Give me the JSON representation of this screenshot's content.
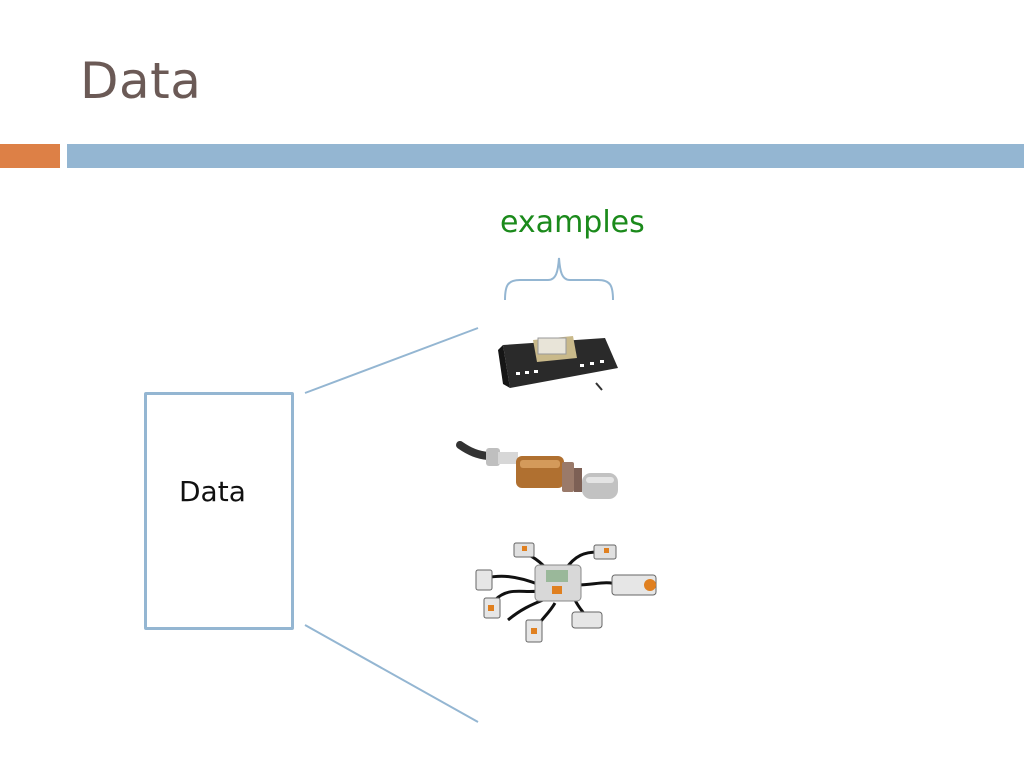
{
  "slide": {
    "title": "Data"
  },
  "diagram": {
    "examples_label": "examples",
    "box_label": "Data",
    "example_images": [
      {
        "icon": "sensor-board-icon"
      },
      {
        "icon": "oxygen-sensor-icon"
      },
      {
        "icon": "robot-kit-sensors-icon"
      }
    ]
  },
  "colors": {
    "title": "#6b5a56",
    "accent_orange": "#dd8046",
    "accent_blue": "#94b6d2",
    "examples_label": "#1b8a1b",
    "box_border": "#94b6d2"
  }
}
